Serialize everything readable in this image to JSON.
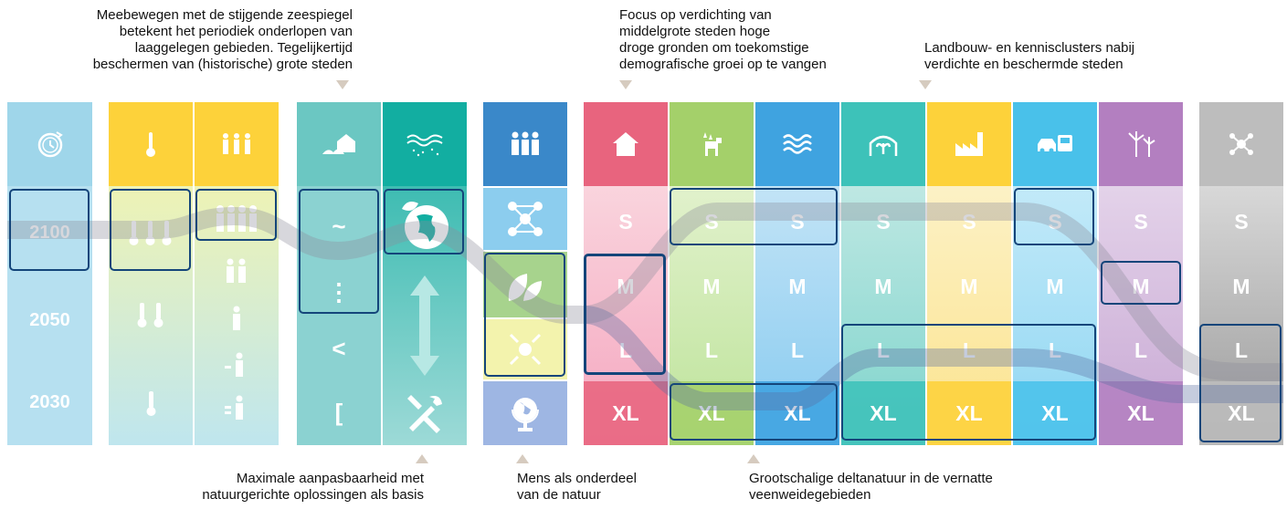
{
  "annotations": {
    "top_left": [
      "Meebewegen met de stijgende zeespiegel",
      "betekent het periodiek onderlopen van",
      "laaggelegen gebieden. Tegelijkertijd",
      "beschermen van (historische) grote steden"
    ],
    "top_middle": [
      "Focus op verdichting van",
      "middelgrote steden hoge",
      "droge gronden om toekomstige",
      "demografische groei op te vangen"
    ],
    "top_right": [
      "Landbouw- en kennisclusters nabij",
      "verdichte en beschermde steden"
    ],
    "bottom_left": [
      "Maximale aanpasbaarheid met",
      "natuurgerichte oplossingen als basis"
    ],
    "bottom_middle": [
      "Mens als onderdeel",
      "van de natuur"
    ],
    "bottom_right": [
      "Grootschalige deltanatuur in de vernatte",
      "veenweidegebieden"
    ]
  },
  "timeline": {
    "icon": "clock-icon",
    "years": [
      "2100",
      "2050",
      "2030"
    ]
  },
  "climate_columns": [
    {
      "icon": "thermometer-icon",
      "color": "#fdd23a"
    },
    {
      "icon": "population-icon",
      "color": "#fdd23a"
    }
  ],
  "water_columns": {
    "sea_level": {
      "icon": "flood-house-icon",
      "symbols": [
        "~",
        "⋮",
        "<",
        "["
      ]
    },
    "nature_based": {
      "icon": "water-soil-icon",
      "top": "globe-leaf-icon",
      "bottom": "tools-icon"
    }
  },
  "people_column": {
    "icon": "people-icon",
    "cells": [
      "network-icon",
      "leaves-icon",
      "compress-icon",
      "globe-stand-icon"
    ]
  },
  "levels": [
    "S",
    "M",
    "L",
    "XL"
  ],
  "land_use_columns": [
    {
      "icon": "house-icon",
      "color": "#e8647e"
    },
    {
      "icon": "nature-icon",
      "color": "#a4d06a"
    },
    {
      "icon": "water-waves-icon",
      "color": "#3fa3e0"
    },
    {
      "icon": "greenhouse-icon",
      "color": "#3dc2b9"
    },
    {
      "icon": "factory-icon",
      "color": "#fdd23a"
    },
    {
      "icon": "transport-icon",
      "color": "#49c1ea"
    },
    {
      "icon": "wind-turbine-icon",
      "color": "#b37fc0"
    },
    {
      "icon": "hub-icon",
      "color": "#bdbdbd"
    }
  ]
}
